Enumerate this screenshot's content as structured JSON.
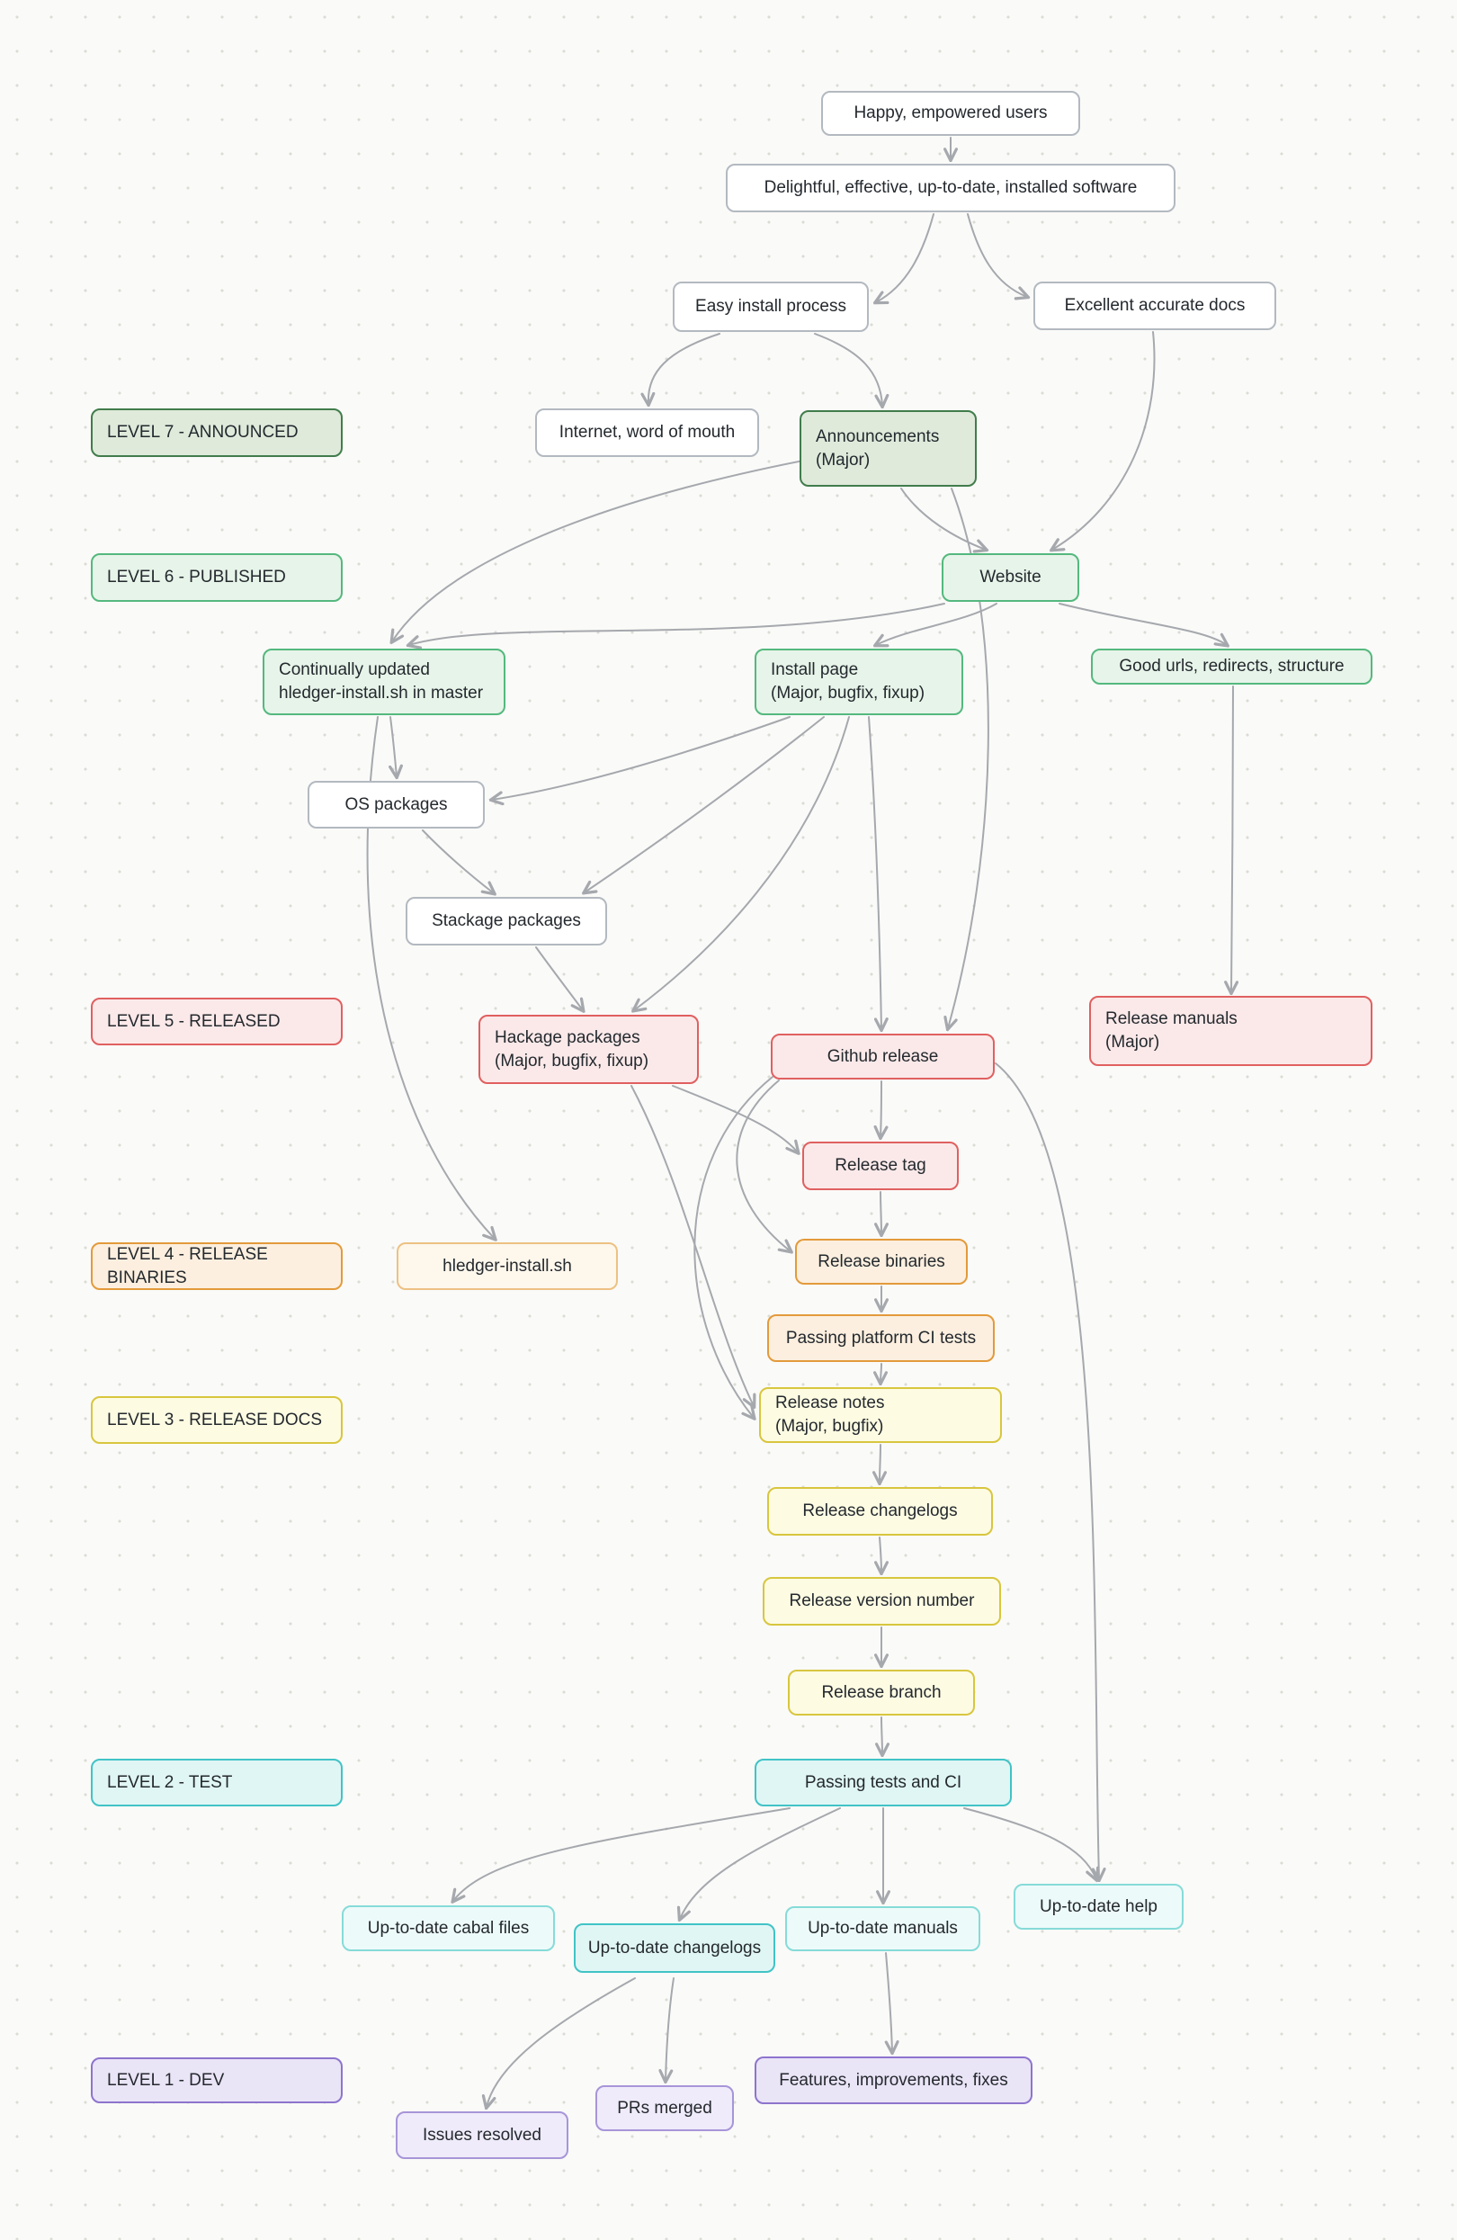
{
  "diagram": {
    "palette": {
      "background": "#fafaf8",
      "grid_dot": "#dcdcd6",
      "arrow": "#a5a8ad",
      "neutral_border": "#b3b9c0",
      "level7": {
        "border": "#417c4b",
        "fill": "#dfeadb"
      },
      "level6": {
        "border": "#54b87e",
        "fill": "#e7f4e9"
      },
      "level5": {
        "border": "#e06060",
        "fill": "#fbe9e9"
      },
      "level4": {
        "border": "#e39a3b",
        "fill": "#fcefdf"
      },
      "level4_light": {
        "border": "#edc183",
        "fill": "#fdf7ec"
      },
      "level3": {
        "border": "#d8c63e",
        "fill": "#fdfbe2"
      },
      "level2": {
        "border": "#41c3c6",
        "fill": "#e0f6f5"
      },
      "level2_light": {
        "border": "#86dbd8",
        "fill": "#edfafa"
      },
      "level1": {
        "border": "#8d74cd",
        "fill": "#eae4f7"
      },
      "level1_light": {
        "border": "#a795d9",
        "fill": "#efebfa"
      }
    },
    "nodes": {
      "happy": {
        "label": "Happy, empowered users"
      },
      "delightful": {
        "label": "Delightful, effective, up-to-date, installed software"
      },
      "easy_install": {
        "label": "Easy install process"
      },
      "excellent_docs": {
        "label": "Excellent accurate docs"
      },
      "level7": {
        "label": "LEVEL 7 - ANNOUNCED"
      },
      "word_of_mouth": {
        "label": "Internet, word of mouth"
      },
      "announcements": {
        "label": "Announcements\n(Major)"
      },
      "level6": {
        "label": "LEVEL 6 - PUBLISHED"
      },
      "website": {
        "label": "Website"
      },
      "continually_updated": {
        "label": "Continually updated\nhledger-install.sh in master"
      },
      "install_page": {
        "label": "Install page\n(Major, bugfix, fixup)"
      },
      "good_urls": {
        "label": "Good urls, redirects, structure"
      },
      "os_packages": {
        "label": "OS packages"
      },
      "stackage_packages": {
        "label": "Stackage packages"
      },
      "level5": {
        "label": "LEVEL 5 - RELEASED"
      },
      "hackage_packages": {
        "label": "Hackage packages\n(Major, bugfix, fixup)"
      },
      "github_release": {
        "label": "Github release"
      },
      "release_manuals": {
        "label": "Release manuals\n(Major)"
      },
      "release_tag": {
        "label": "Release tag"
      },
      "level4": {
        "label": "LEVEL 4 - RELEASE BINARIES"
      },
      "hledger_install_sh": {
        "label": "hledger-install.sh"
      },
      "release_binaries": {
        "label": "Release binaries"
      },
      "passing_platform_ci": {
        "label": "Passing platform CI tests"
      },
      "level3": {
        "label": "LEVEL 3 - RELEASE DOCS"
      },
      "release_notes": {
        "label": "Release notes\n(Major, bugfix)"
      },
      "release_changelogs": {
        "label": "Release changelogs"
      },
      "release_version": {
        "label": "Release version number"
      },
      "release_branch": {
        "label": "Release branch"
      },
      "level2": {
        "label": "LEVEL 2 - TEST"
      },
      "passing_tests": {
        "label": "Passing tests and CI"
      },
      "cabal_files": {
        "label": "Up-to-date cabal files"
      },
      "utd_changelogs": {
        "label": "Up-to-date changelogs"
      },
      "utd_manuals": {
        "label": "Up-to-date manuals"
      },
      "utd_help": {
        "label": "Up-to-date help"
      },
      "level1": {
        "label": "LEVEL 1 - DEV"
      },
      "features": {
        "label": "Features, improvements, fixes"
      },
      "prs_merged": {
        "label": "PRs merged"
      },
      "issues_resolved": {
        "label": "Issues resolved"
      }
    },
    "edges": [
      {
        "from": "happy",
        "to": "delightful"
      },
      {
        "from": "delightful",
        "to": "easy_install"
      },
      {
        "from": "delightful",
        "to": "excellent_docs"
      },
      {
        "from": "easy_install",
        "to": "word_of_mouth"
      },
      {
        "from": "easy_install",
        "to": "announcements"
      },
      {
        "from": "excellent_docs",
        "to": "website"
      },
      {
        "from": "announcements",
        "to": "website"
      },
      {
        "from": "announcements",
        "to": "continually_updated"
      },
      {
        "from": "announcements",
        "to": "github_release"
      },
      {
        "from": "website",
        "to": "continually_updated"
      },
      {
        "from": "website",
        "to": "install_page"
      },
      {
        "from": "website",
        "to": "good_urls"
      },
      {
        "from": "good_urls",
        "to": "release_manuals"
      },
      {
        "from": "install_page",
        "to": "os_packages"
      },
      {
        "from": "install_page",
        "to": "stackage_packages"
      },
      {
        "from": "install_page",
        "to": "hackage_packages"
      },
      {
        "from": "install_page",
        "to": "github_release"
      },
      {
        "from": "continually_updated",
        "to": "os_packages"
      },
      {
        "from": "continually_updated",
        "to": "hledger_install_sh"
      },
      {
        "from": "os_packages",
        "to": "stackage_packages"
      },
      {
        "from": "stackage_packages",
        "to": "hackage_packages"
      },
      {
        "from": "hackage_packages",
        "to": "release_tag"
      },
      {
        "from": "hackage_packages",
        "to": "release_notes"
      },
      {
        "from": "github_release",
        "to": "release_tag"
      },
      {
        "from": "github_release",
        "to": "release_binaries"
      },
      {
        "from": "github_release",
        "to": "release_notes"
      },
      {
        "from": "github_release",
        "to": "utd_help"
      },
      {
        "from": "release_tag",
        "to": "release_binaries"
      },
      {
        "from": "release_binaries",
        "to": "passing_platform_ci"
      },
      {
        "from": "passing_platform_ci",
        "to": "release_notes"
      },
      {
        "from": "release_notes",
        "to": "release_changelogs"
      },
      {
        "from": "release_changelogs",
        "to": "release_version"
      },
      {
        "from": "release_version",
        "to": "release_branch"
      },
      {
        "from": "release_branch",
        "to": "passing_tests"
      },
      {
        "from": "passing_tests",
        "to": "cabal_files"
      },
      {
        "from": "passing_tests",
        "to": "utd_changelogs"
      },
      {
        "from": "passing_tests",
        "to": "utd_manuals"
      },
      {
        "from": "passing_tests",
        "to": "utd_help"
      },
      {
        "from": "utd_changelogs",
        "to": "issues_resolved"
      },
      {
        "from": "utd_changelogs",
        "to": "prs_merged"
      },
      {
        "from": "utd_manuals",
        "to": "features"
      }
    ]
  }
}
